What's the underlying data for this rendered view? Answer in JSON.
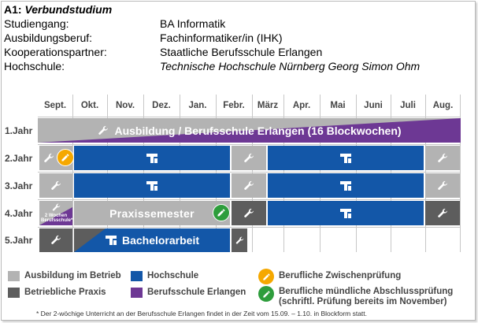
{
  "header": {
    "prefix": "A1: ",
    "title": "Verbundstudium",
    "rows": [
      {
        "label": "Studiengang:",
        "value": "BA Informatik"
      },
      {
        "label": "Ausbildungsberuf:",
        "value": "Fachinformatiker/in (IHK)"
      },
      {
        "label": "Kooperationspartner:",
        "value": "Staatliche Berufsschule Erlangen"
      },
      {
        "label": "Hochschule:",
        "value": "Technische Hochschule Nürnberg Georg Simon Ohm"
      }
    ]
  },
  "months": [
    "Sept.",
    "Okt.",
    "Nov.",
    "Dez.",
    "Jan.",
    "Febr.",
    "März",
    "Apr.",
    "Mai",
    "Juni",
    "Juli",
    "Aug."
  ],
  "years": [
    "1.Jahr",
    "2.Jahr",
    "3.Jahr",
    "4.Jahr",
    "5.Jahr"
  ],
  "cells": {
    "y1_bar": "Ausbildung / Berufsschule Erlangen (16 Blockwochen)",
    "y4_praxis": "Praxissemester",
    "y4_note": "2 Wochen Berufsschule*",
    "y5_bachelor": "Bachelorarbeit"
  },
  "legend": {
    "ausbildung": "Ausbildung im Betrieb",
    "praxis": "Betriebliche Praxis",
    "hochschule": "Hochschule",
    "berufsschule": "Berufsschule Erlangen",
    "zwischen": "Berufliche Zwischenprüfung",
    "abschluss1": "Berufliche mündliche Abschlussprüfung",
    "abschluss2": "(schriftl. Prüfung bereits im November)"
  },
  "footnote": "* Der 2-wöchige Unterricht an der Berufsschule Erlangen findet in der Zeit vom 15.09. – 1.10. in Blockform statt.",
  "colors": {
    "ausbildung": "#b3b3b3",
    "praxis": "#5d5d5d",
    "hochschule": "#1357a8",
    "berufsschule": "#6d3894",
    "zwischen": "#f5a800",
    "abschluss": "#2e9d3c"
  },
  "icons": {
    "company": "wrench-icon",
    "university": "th-logo-icon",
    "exam_mid": "pencil-badge-icon",
    "exam_final": "pencil-badge-icon"
  }
}
